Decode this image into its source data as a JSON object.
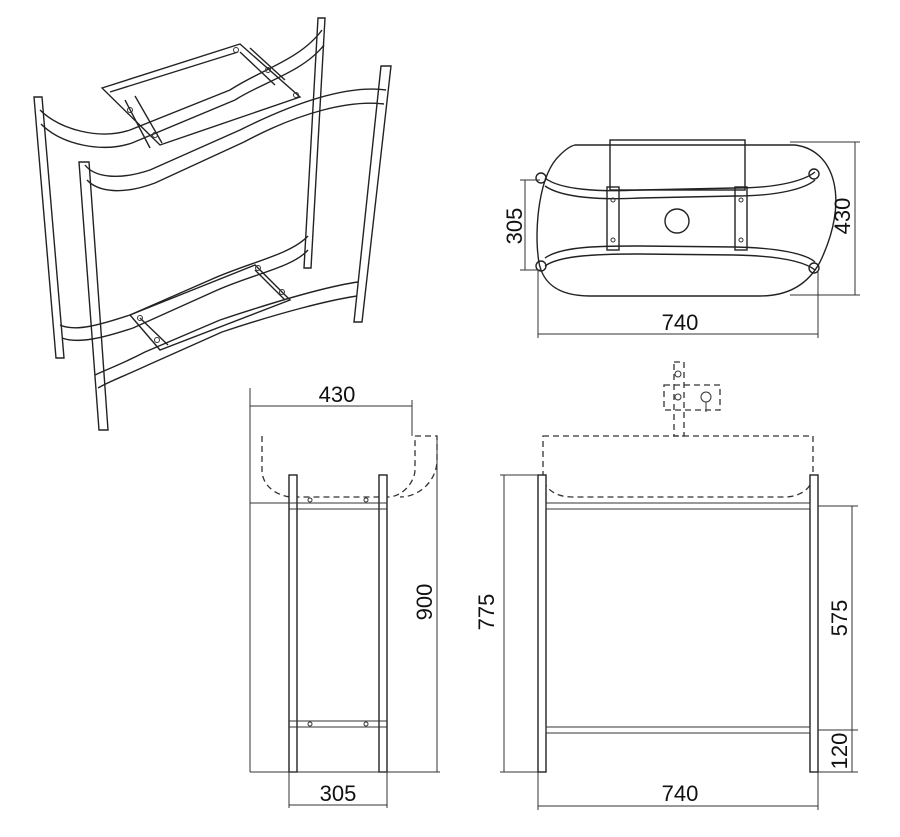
{
  "dimensions": {
    "top_view_depth": "305",
    "top_view_width_side": "430",
    "top_view_length": "740",
    "side_view_top_width": "430",
    "side_view_height": "900",
    "side_view_bottom_width": "305",
    "front_view_total_height": "775",
    "front_view_frame_height": "575",
    "front_view_bottom_height": "120",
    "front_view_width": "740"
  }
}
